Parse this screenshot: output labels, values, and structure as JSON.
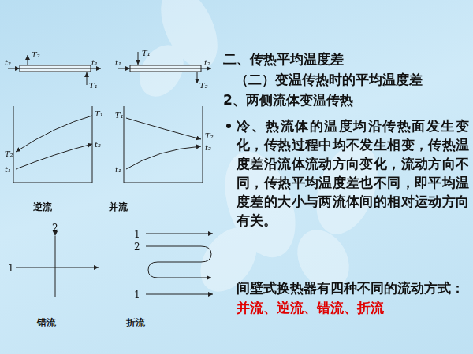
{
  "diagram": {
    "title": "二、传热平均温度差",
    "labels": [
      "（二）变温传热时的平均温度差",
      "2、两侧流体变温传热",
      "冷、热流体的温度均沿传热面发生变化，传热过程中均不发生相变，传热温度差沿流体流动方向变化，流动方向不同，传热平均温度差也不同，即平均温度差的大小与两流体间的相对运动方向有关。",
      "间壁式换热器有四种不同的流动方式：",
      "并流、逆流、错流、折流",
      "逆流",
      "并流",
      "错流",
      "折流",
      "t₂",
      "T₂",
      "t₁",
      "T₁",
      "T₁",
      "t₂",
      "T₂",
      "t₁",
      "t₁",
      "T₁",
      "t₂",
      "T₂",
      "T₁",
      "T₂",
      "t₂",
      "t₁",
      "2",
      "1",
      "1",
      "2",
      "1"
    ]
  }
}
